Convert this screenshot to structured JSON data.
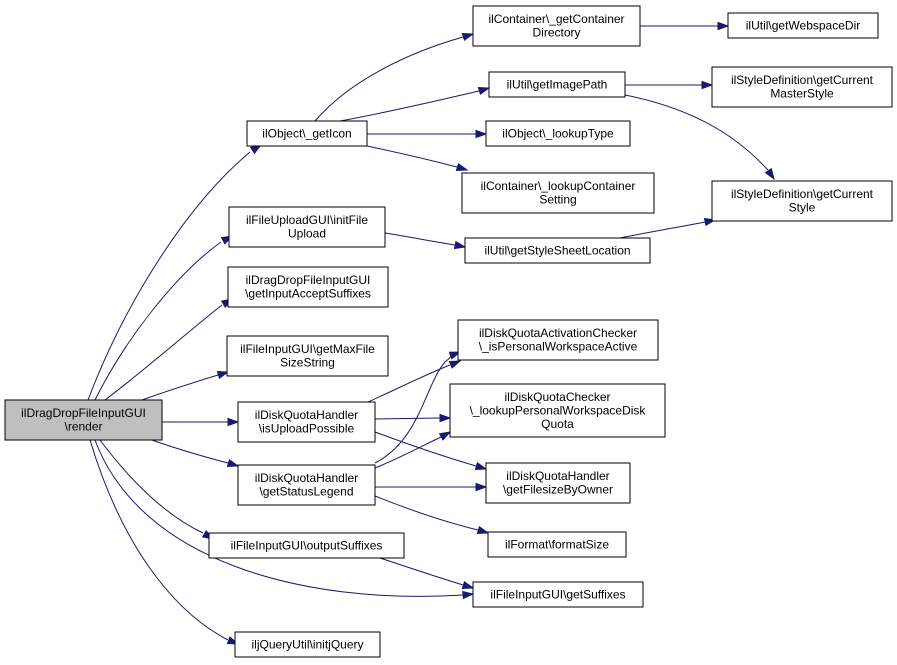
{
  "nodes": [
    {
      "id": "root",
      "lines": [
        "ilDragDropFileInputGUI",
        "\\render"
      ],
      "root": true
    },
    {
      "id": "getIcon",
      "lines": [
        "ilObject\\_getIcon"
      ]
    },
    {
      "id": "initFileUpload",
      "lines": [
        "ilFileUploadGUI\\initFile",
        "Upload"
      ]
    },
    {
      "id": "getInputAcceptSuffixes",
      "lines": [
        "ilDragDropFileInputGUI",
        "\\getInputAcceptSuffixes"
      ]
    },
    {
      "id": "getMaxFileSizeString",
      "lines": [
        "ilFileInputGUI\\getMaxFile",
        "SizeString"
      ]
    },
    {
      "id": "isUploadPossible",
      "lines": [
        "ilDiskQuotaHandler",
        "\\isUploadPossible"
      ]
    },
    {
      "id": "getStatusLegend",
      "lines": [
        "ilDiskQuotaHandler",
        "\\getStatusLegend"
      ]
    },
    {
      "id": "outputSuffixes",
      "lines": [
        "ilFileInputGUI\\outputSuffixes"
      ]
    },
    {
      "id": "initjQuery",
      "lines": [
        "iljQueryUtil\\initjQuery"
      ]
    },
    {
      "id": "getContainerDirectory",
      "lines": [
        "ilContainer\\_getContainer",
        "Directory"
      ]
    },
    {
      "id": "getImagePath",
      "lines": [
        "ilUtil\\getImagePath"
      ]
    },
    {
      "id": "lookupType",
      "lines": [
        "ilObject\\_lookupType"
      ]
    },
    {
      "id": "lookupContainerSetting",
      "lines": [
        "ilContainer\\_lookupContainer",
        "Setting"
      ]
    },
    {
      "id": "getStyleSheetLocation",
      "lines": [
        "ilUtil\\getStyleSheetLocation"
      ]
    },
    {
      "id": "isPersonalWorkspaceActive",
      "lines": [
        "ilDiskQuotaActivationChecker",
        "\\_isPersonalWorkspaceActive"
      ]
    },
    {
      "id": "lookupPersonalWorkspaceDiskQuota",
      "lines": [
        "ilDiskQuotaChecker",
        "\\_lookupPersonalWorkspaceDisk",
        "Quota"
      ]
    },
    {
      "id": "getFilesizeByOwner",
      "lines": [
        "ilDiskQuotaHandler",
        "\\getFilesizeByOwner"
      ]
    },
    {
      "id": "formatSize",
      "lines": [
        "ilFormat\\formatSize"
      ]
    },
    {
      "id": "getSuffixes",
      "lines": [
        "ilFileInputGUI\\getSuffixes"
      ]
    },
    {
      "id": "getWebspaceDir",
      "lines": [
        "ilUtil\\getWebspaceDir"
      ]
    },
    {
      "id": "getCurrentMasterStyle",
      "lines": [
        "ilStyleDefinition\\getCurrent",
        "MasterStyle"
      ]
    },
    {
      "id": "getCurrentStyle",
      "lines": [
        "ilStyleDefinition\\getCurrent",
        "Style"
      ]
    }
  ],
  "edges": [
    {
      "from": "root",
      "to": "getIcon"
    },
    {
      "from": "root",
      "to": "initFileUpload"
    },
    {
      "from": "root",
      "to": "getInputAcceptSuffixes"
    },
    {
      "from": "root",
      "to": "getMaxFileSizeString"
    },
    {
      "from": "root",
      "to": "isUploadPossible"
    },
    {
      "from": "root",
      "to": "getStatusLegend"
    },
    {
      "from": "root",
      "to": "outputSuffixes"
    },
    {
      "from": "root",
      "to": "getSuffixes"
    },
    {
      "from": "root",
      "to": "initjQuery"
    },
    {
      "from": "getIcon",
      "to": "getContainerDirectory"
    },
    {
      "from": "getIcon",
      "to": "getImagePath"
    },
    {
      "from": "getIcon",
      "to": "lookupType"
    },
    {
      "from": "getIcon",
      "to": "lookupContainerSetting"
    },
    {
      "from": "getContainerDirectory",
      "to": "getWebspaceDir"
    },
    {
      "from": "getImagePath",
      "to": "getCurrentMasterStyle"
    },
    {
      "from": "getImagePath",
      "to": "getCurrentStyle"
    },
    {
      "from": "initFileUpload",
      "to": "getStyleSheetLocation"
    },
    {
      "from": "getStyleSheetLocation",
      "to": "getCurrentStyle"
    },
    {
      "from": "isUploadPossible",
      "to": "isPersonalWorkspaceActive"
    },
    {
      "from": "isUploadPossible",
      "to": "lookupPersonalWorkspaceDiskQuota"
    },
    {
      "from": "isUploadPossible",
      "to": "getFilesizeByOwner"
    },
    {
      "from": "getStatusLegend",
      "to": "isPersonalWorkspaceActive"
    },
    {
      "from": "getStatusLegend",
      "to": "lookupPersonalWorkspaceDiskQuota"
    },
    {
      "from": "getStatusLegend",
      "to": "getFilesizeByOwner"
    },
    {
      "from": "getStatusLegend",
      "to": "formatSize"
    },
    {
      "from": "outputSuffixes",
      "to": "getSuffixes"
    }
  ],
  "colors": {
    "edge": "#191970",
    "root_fill": "#bfbfbf",
    "node_fill": "#ffffff",
    "node_stroke": "#000000"
  }
}
